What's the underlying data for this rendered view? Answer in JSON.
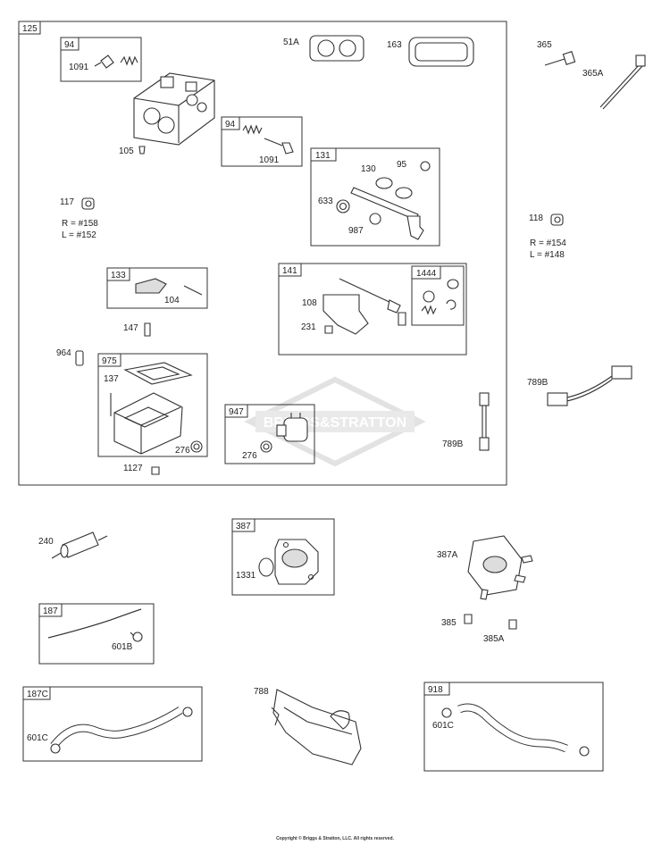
{
  "boxes": {
    "b125": "125",
    "b94a": "94",
    "b94b": "94",
    "b131": "131",
    "b133": "133",
    "b141": "141",
    "b1444": "1444",
    "b975": "975",
    "b947": "947",
    "b387": "387",
    "b187": "187",
    "b187c": "187C",
    "b918": "918"
  },
  "labels": {
    "l51a": "51A",
    "l163": "163",
    "l1091a": "1091",
    "l1091b": "1091",
    "l105": "105",
    "l130": "130",
    "l95": "95",
    "l633": "633",
    "l987": "987",
    "l117": "117",
    "l117r": "R = #158",
    "l117l": "L = #152",
    "l104": "104",
    "l108": "108",
    "l231": "231",
    "l147": "147",
    "l964": "964",
    "l137": "137",
    "l276a": "276",
    "l276b": "276",
    "l1127": "1127",
    "l789b_in": "789B",
    "l365": "365",
    "l365a": "365A",
    "l118": "118",
    "l118r": "R = #154",
    "l118l": "L = #148",
    "l789b": "789B",
    "l240": "240",
    "l1331": "1331",
    "l387a": "387A",
    "l385": "385",
    "l385a": "385A",
    "l601b": "601B",
    "l601c": "601C",
    "l788": "788",
    "l601c2": "601C"
  },
  "watermark": "BRIGGS&STRATTON",
  "copyright": "Copyright © Briggs & Stratton, LLC. All rights reserved."
}
